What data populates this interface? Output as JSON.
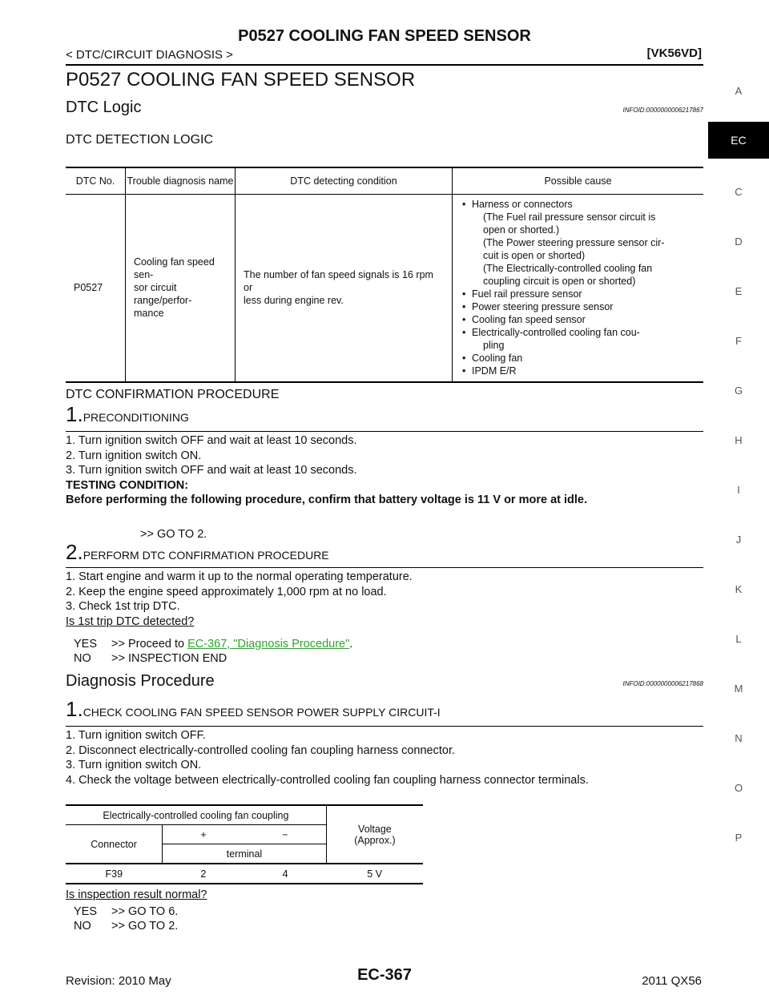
{
  "header": {
    "title": "P0527 COOLING FAN SPEED SENSOR",
    "breadcrumb": "< DTC/CIRCUIT DIAGNOSIS >",
    "model": "[VK56VD]"
  },
  "side_index": {
    "items": [
      "A",
      "EC",
      "C",
      "D",
      "E",
      "F",
      "G",
      "H",
      "I",
      "J",
      "K",
      "L",
      "M",
      "N",
      "O",
      "P"
    ],
    "active": "EC"
  },
  "main": {
    "heading": "P0527 COOLING FAN SPEED SENSOR",
    "dtc_logic": {
      "title": "DTC Logic",
      "infoid": "INFOID:0000000006217867",
      "detection_heading": "DTC DETECTION LOGIC",
      "table": {
        "headers": [
          "DTC No.",
          "Trouble diagnosis name",
          "DTC detecting condition",
          "Possible cause"
        ],
        "dtc_no": "P0527",
        "name": "Cooling fan speed sen-sor circuit range/perfor-mance",
        "name_lines": [
          "Cooling fan speed sen-",
          "sor circuit range/perfor-",
          "mance"
        ],
        "condition_lines": [
          "The number of fan speed signals is 16 rpm or",
          "less during engine rev."
        ],
        "causes": [
          {
            "text": "Harness or connectors",
            "sub": [
              "(The Fuel rail pressure sensor circuit is",
              "open or shorted.)",
              "(The Power steering pressure sensor cir-",
              "cuit is open or shorted)",
              "(The Electrically-controlled cooling fan",
              "coupling circuit is open or shorted)"
            ]
          },
          {
            "text": "Fuel rail pressure sensor",
            "sub": []
          },
          {
            "text": "Power steering pressure sensor",
            "sub": []
          },
          {
            "text": "Cooling fan speed sensor",
            "sub": []
          },
          {
            "text": "Electrically-controlled cooling fan cou-",
            "sub": [
              "pling"
            ]
          },
          {
            "text": "Cooling fan",
            "sub": []
          },
          {
            "text": "IPDM E/R",
            "sub": []
          }
        ]
      }
    },
    "confirmation": {
      "heading": "DTC CONFIRMATION PROCEDURE",
      "step1": {
        "num": "1.",
        "title": "PRECONDITIONING",
        "lines": [
          "1. Turn ignition switch OFF and wait at least 10 seconds.",
          "2. Turn ignition switch ON.",
          "3. Turn ignition switch OFF and wait at least 10 seconds."
        ],
        "testing_label": "TESTING CONDITION:",
        "testing_text": "Before performing the following procedure, confirm that battery voltage is 11 V or more at idle.",
        "goto": ">> GO TO 2."
      },
      "step2": {
        "num": "2.",
        "title": "PERFORM DTC CONFIRMATION PROCEDURE",
        "lines": [
          "1. Start engine and warm it up to the normal operating temperature.",
          "2. Keep the engine speed approximately 1,000 rpm at no load.",
          "3. Check 1st trip DTC."
        ],
        "question": "Is 1st trip DTC detected?",
        "yes_label": "YES",
        "yes_text": ">> Proceed to ",
        "yes_link": "EC-367, \"Diagnosis Procedure\"",
        "yes_end": ".",
        "no_label": "NO",
        "no_text": ">> INSPECTION END"
      }
    },
    "diagnosis": {
      "title": "Diagnosis Procedure",
      "infoid": "INFOID:0000000006217868",
      "step1": {
        "num": "1.",
        "title": "CHECK COOLING FAN SPEED SENSOR POWER SUPPLY CIRCUIT-I",
        "lines": [
          "1. Turn ignition switch OFF.",
          "2. Disconnect electrically-controlled cooling fan coupling harness connector.",
          "3. Turn ignition switch ON.",
          "4. Check the voltage between electrically-controlled cooling fan coupling harness connector terminals."
        ],
        "table": {
          "group_header": "Electrically-controlled cooling fan coupling",
          "connector_label": "Connector",
          "plus": "+",
          "minus": "−",
          "terminal_label": "terminal",
          "voltage_label": "Voltage",
          "approx_label": "(Approx.)",
          "row": {
            "connector": "F39",
            "plus": "2",
            "minus": "4",
            "voltage": "5 V"
          }
        },
        "question": "Is inspection result normal?",
        "yes_label": "YES",
        "yes_text": ">> GO TO 6.",
        "no_label": "NO",
        "no_text": ">> GO TO 2."
      }
    }
  },
  "footer": {
    "revision": "Revision: 2010 May",
    "page": "EC-367",
    "model_year": "2011 QX56"
  }
}
